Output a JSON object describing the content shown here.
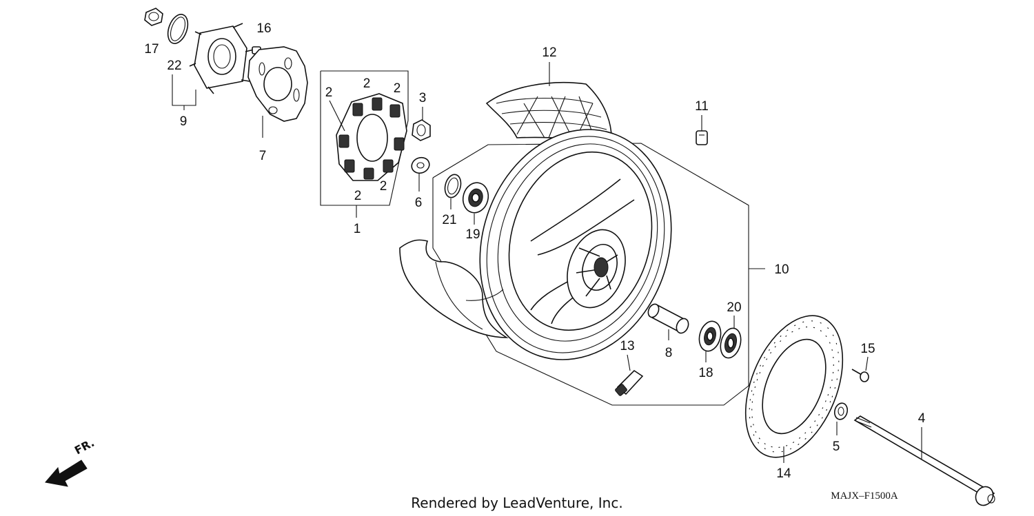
{
  "callouts": {
    "c1": "1",
    "c2": "2",
    "c3": "3",
    "c4": "4",
    "c5": "5",
    "c6": "6",
    "c7": "7",
    "c8": "8",
    "c9": "9",
    "c10": "10",
    "c11": "11",
    "c12": "12",
    "c13": "13",
    "c14": "14",
    "c15": "15",
    "c16": "16",
    "c17": "17",
    "c18": "18",
    "c19": "19",
    "c20": "20",
    "c21": "21",
    "c22": "22"
  },
  "direction_label": "FR.",
  "footer_credit": "Rendered by LeadVenture, Inc.",
  "diagram_code": "MAJX–F1500A"
}
